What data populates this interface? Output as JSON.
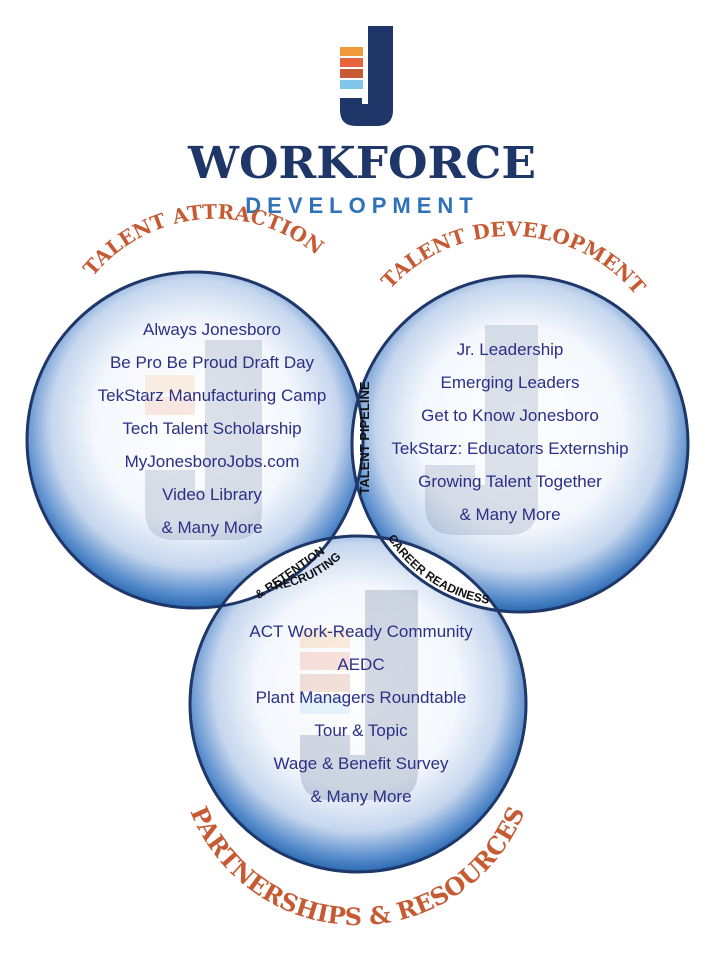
{
  "header": {
    "title": "WORKFORCE",
    "subtitle": "DEVELOPMENT"
  },
  "colors": {
    "navy": "#1e3768",
    "blue": "#2f72b8",
    "rust": "#c65a33",
    "orange": "#f29a3a",
    "coral": "#e8643c",
    "sky": "#7fc6e8",
    "text": "#2b2f86",
    "circle_edge": "#2a69b3"
  },
  "circles": {
    "attraction": {
      "title": "TALENT ATTRACTION",
      "items": [
        "Always Jonesboro",
        "Be Pro Be Proud Draft Day",
        "TekStarz Manufacturing Camp",
        "Tech Talent Scholarship",
        "MyJonesboroJobs.com",
        "Video Library",
        "& Many More"
      ]
    },
    "development": {
      "title": "TALENT DEVELOPMENT",
      "items": [
        "Jr. Leadership",
        "Emerging Leaders",
        "Get to Know Jonesboro",
        "TekStarz: Educators Externship",
        "Growing Talent Together",
        "& Many More"
      ]
    },
    "partnerships": {
      "title": "PARTNERSHIPS & RESOURCES",
      "items": [
        "ACT Work-Ready Community",
        "AEDC",
        "Plant Managers Roundtable",
        "Tour & Topic",
        "Wage & Benefit Survey",
        "& Many More"
      ]
    }
  },
  "overlaps": {
    "pipeline": "TALENT PIPELINE",
    "recruiting_line1": "RECRUITING",
    "recruiting_line2": "& RETENTION",
    "career": "CAREER READINESS"
  }
}
